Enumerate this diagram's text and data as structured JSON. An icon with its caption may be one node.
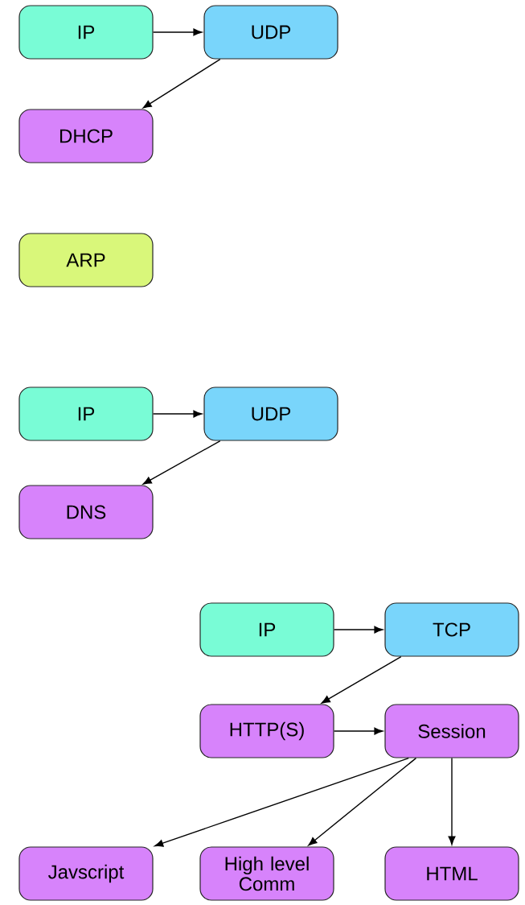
{
  "diagram": {
    "nodes": [
      {
        "text": [
          "IP"
        ]
      },
      {
        "text": [
          "UDP"
        ]
      },
      {
        "text": [
          "DHCP"
        ]
      },
      {
        "text": [
          "ARP"
        ]
      },
      {
        "text": [
          "IP"
        ]
      },
      {
        "text": [
          "UDP"
        ]
      },
      {
        "text": [
          "DNS"
        ]
      },
      {
        "text": [
          "IP"
        ]
      },
      {
        "text": [
          "TCP"
        ]
      },
      {
        "text": [
          "HTTP(S)"
        ]
      },
      {
        "text": [
          "Session"
        ]
      },
      {
        "text": [
          "Javscript"
        ]
      },
      {
        "text": [
          "High level Comm"
        ]
      },
      {
        "text": [
          "HTML"
        ]
      }
    ],
    "edges": [
      {
        "from": 0,
        "to": 1,
        "arrow": "to"
      },
      {
        "from": 1,
        "to": 2,
        "arrow": "to"
      },
      {
        "from": 4,
        "to": 5,
        "arrow": "to"
      },
      {
        "from": 5,
        "to": 6,
        "arrow": "to"
      },
      {
        "from": 7,
        "to": 8,
        "arrow": "to"
      },
      {
        "from": 8,
        "to": 9,
        "arrow": "to"
      },
      {
        "from": 9,
        "to": 10,
        "arrow": "to"
      },
      {
        "from": 10,
        "to": 11,
        "arrow": "to"
      },
      {
        "from": 10,
        "to": 12,
        "arrow": "to"
      },
      {
        "from": 10,
        "to": 13,
        "arrow": "to"
      }
    ]
  }
}
